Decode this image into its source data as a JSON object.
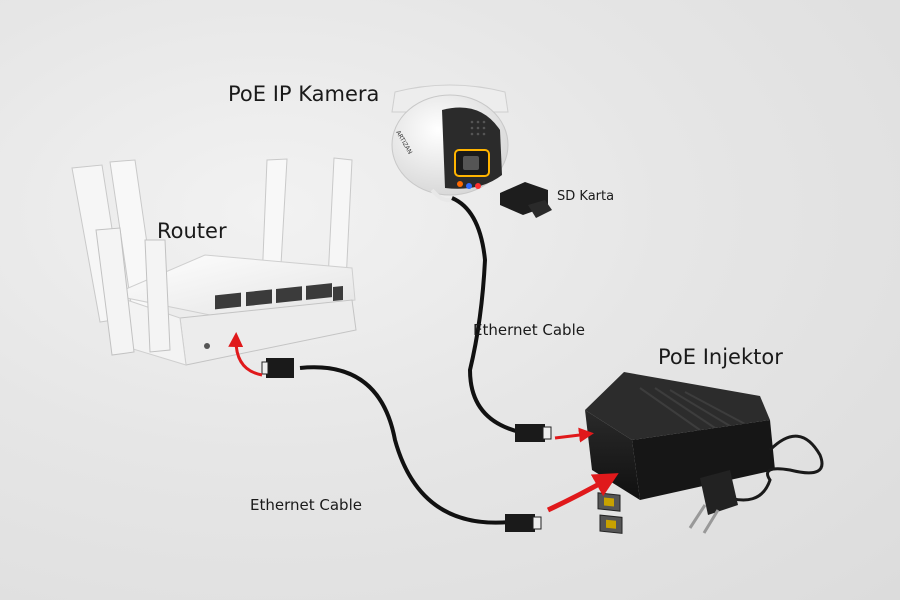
{
  "labels": {
    "camera": "PoE IP Kamera",
    "router": "Router",
    "injector": "PoE Injektor",
    "sd_card": "SD Karta",
    "cable_camera": "Ethernet Cable",
    "cable_router": "Ethernet Cable"
  },
  "camera_brand": "ARTIZAN",
  "colors": {
    "background": "#e6e6e6",
    "cable": "#111111",
    "arrow": "#e0191b",
    "router_body": "#f4f4f4",
    "injector_body": "#1c1c1c"
  },
  "connections": [
    {
      "from": "PoE IP Kamera",
      "to": "PoE Injektor",
      "via": "Ethernet Cable"
    },
    {
      "from": "PoE Injektor",
      "to": "Router",
      "via": "Ethernet Cable"
    }
  ]
}
